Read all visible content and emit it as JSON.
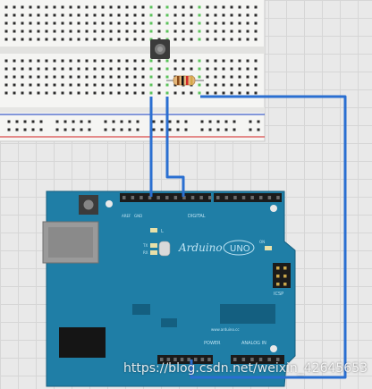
{
  "board": {
    "brand": "Arduino",
    "model": "UNO",
    "website": "www.arduino.cc",
    "digital_label": "DIGITAL",
    "power_label": "POWER",
    "analog_label": "ANALOG IN",
    "icsp_label": "ICSP",
    "led_l": "L",
    "led_tx": "TX",
    "led_rx": "RX",
    "on_label": "ON",
    "aref_label": "AREF",
    "gnd_label": "GND"
  },
  "watermark": {
    "text": "https://blog.csdn.net/weixin_42645653"
  },
  "colors": {
    "workspace": "#e9e9e9",
    "breadboard": "#f4f4f2",
    "board": "#1f7ea6",
    "wire": "#2a6fd1",
    "rail_red": "#d94a4a",
    "rail_blue": "#3d5ec9"
  }
}
